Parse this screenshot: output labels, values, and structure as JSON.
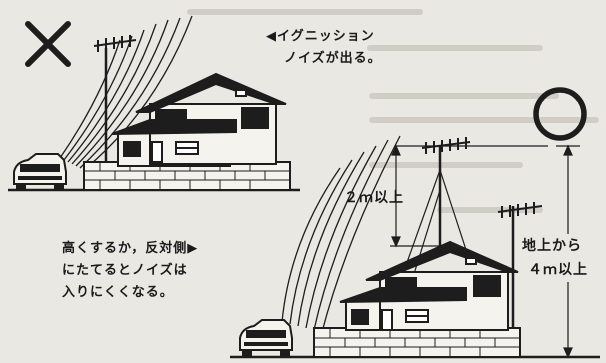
{
  "bad_mark": "✕",
  "good_mark": "○",
  "noise_note": {
    "line1": "◀イグニッション",
    "line2": "ノイズが出る。"
  },
  "advice_note": {
    "line1": "高くするか，反対側▶",
    "line2": "にたてるとノイズは",
    "line3": "入りにくくなる。"
  },
  "dim_mast": "２ｍ以上",
  "dim_ground": {
    "line1": "地上から",
    "line2": "４ｍ以上"
  },
  "colors": {
    "ink": "#1d1d1d",
    "paper": "#e9e8e3",
    "faint_text": "#b9b8b3"
  }
}
